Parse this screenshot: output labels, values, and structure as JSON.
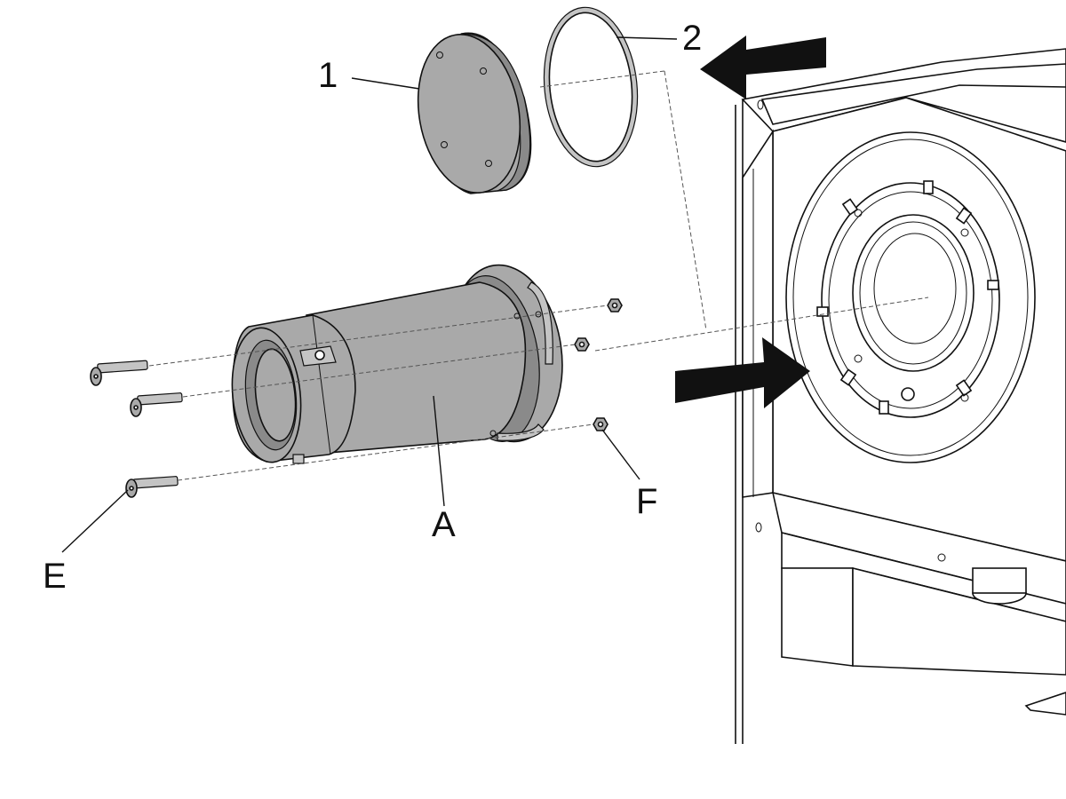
{
  "callouts": {
    "label_1": "1",
    "label_2": "2",
    "label_A": "A",
    "label_E": "E",
    "label_F": "F"
  },
  "colors": {
    "part_fill": "#a9a9a9",
    "line": "#111111",
    "background": "#ffffff"
  }
}
